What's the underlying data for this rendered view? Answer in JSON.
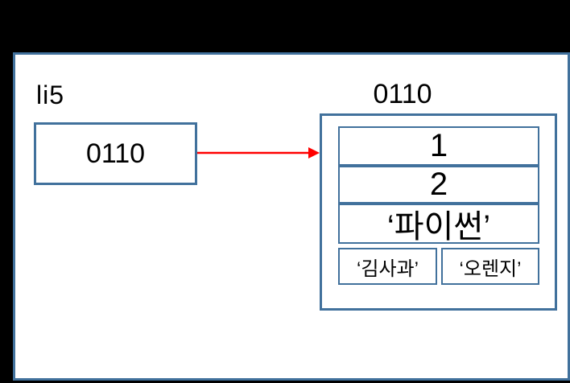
{
  "slide": {
    "variable": {
      "name": "li5",
      "value": "0110"
    },
    "list_object": {
      "address_label": "0110",
      "items": [
        {
          "value": "1"
        },
        {
          "value": "2"
        },
        {
          "value": "‘파이썬’"
        }
      ],
      "nested_list": [
        {
          "value": "‘김사과’"
        },
        {
          "value": "‘오렌지’"
        }
      ]
    },
    "colors": {
      "box_border": "#41719c",
      "arrow": "#ff0000",
      "slide_background": "#ffffff",
      "page_background": "#000000",
      "text": "#000000"
    }
  }
}
